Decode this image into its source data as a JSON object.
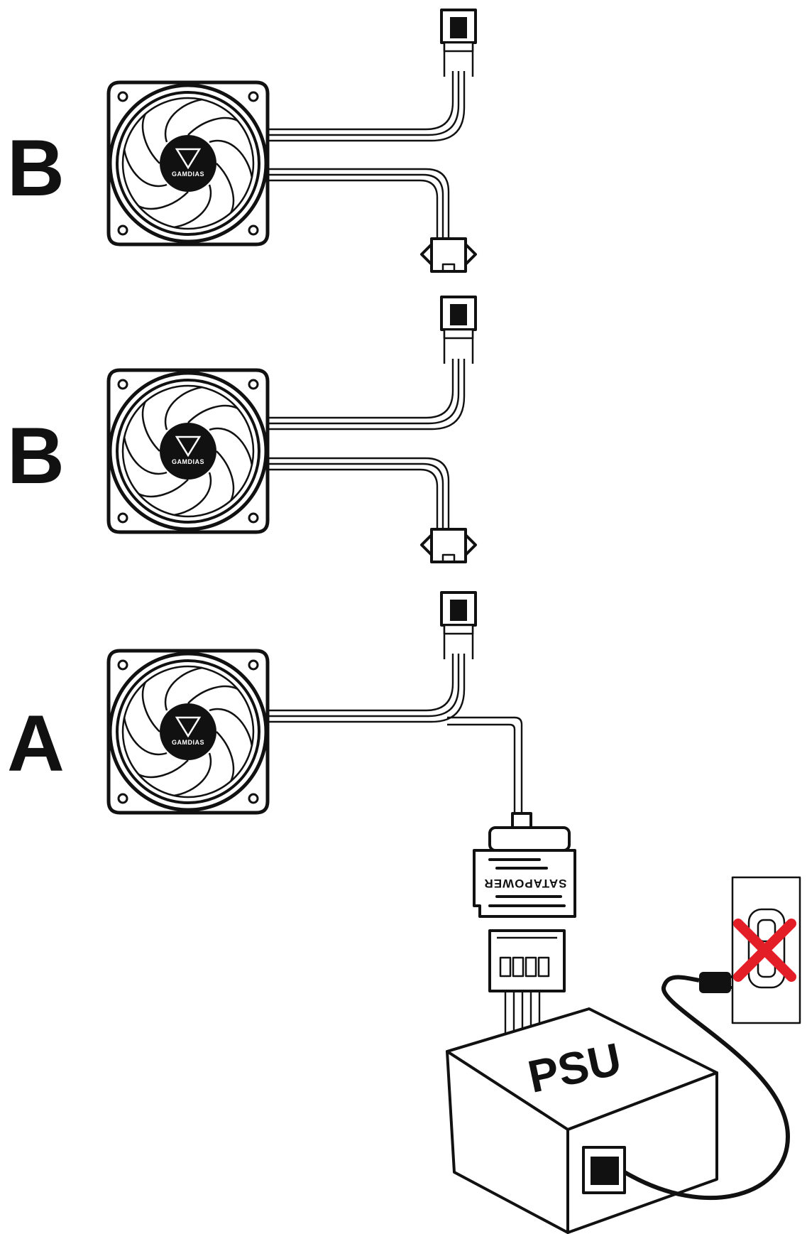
{
  "labels": {
    "fan_top": "B",
    "fan_middle": "B",
    "fan_bottom": "A"
  },
  "logo_text": "GAMDIAS",
  "sata_label": "SATAPOWER",
  "psu_label": "PSU",
  "colors": {
    "line": "#111111",
    "background": "#ffffff",
    "prohibited_x": "#e41e26"
  },
  "icons": {
    "fan": "case-fan-icon",
    "connector": "fan-connector-icon",
    "sata": "sata-power-connector-icon",
    "psu": "power-supply-unit-icon",
    "outlet": "wall-outlet-icon",
    "prohibited": "red-x-prohibited-icon"
  }
}
